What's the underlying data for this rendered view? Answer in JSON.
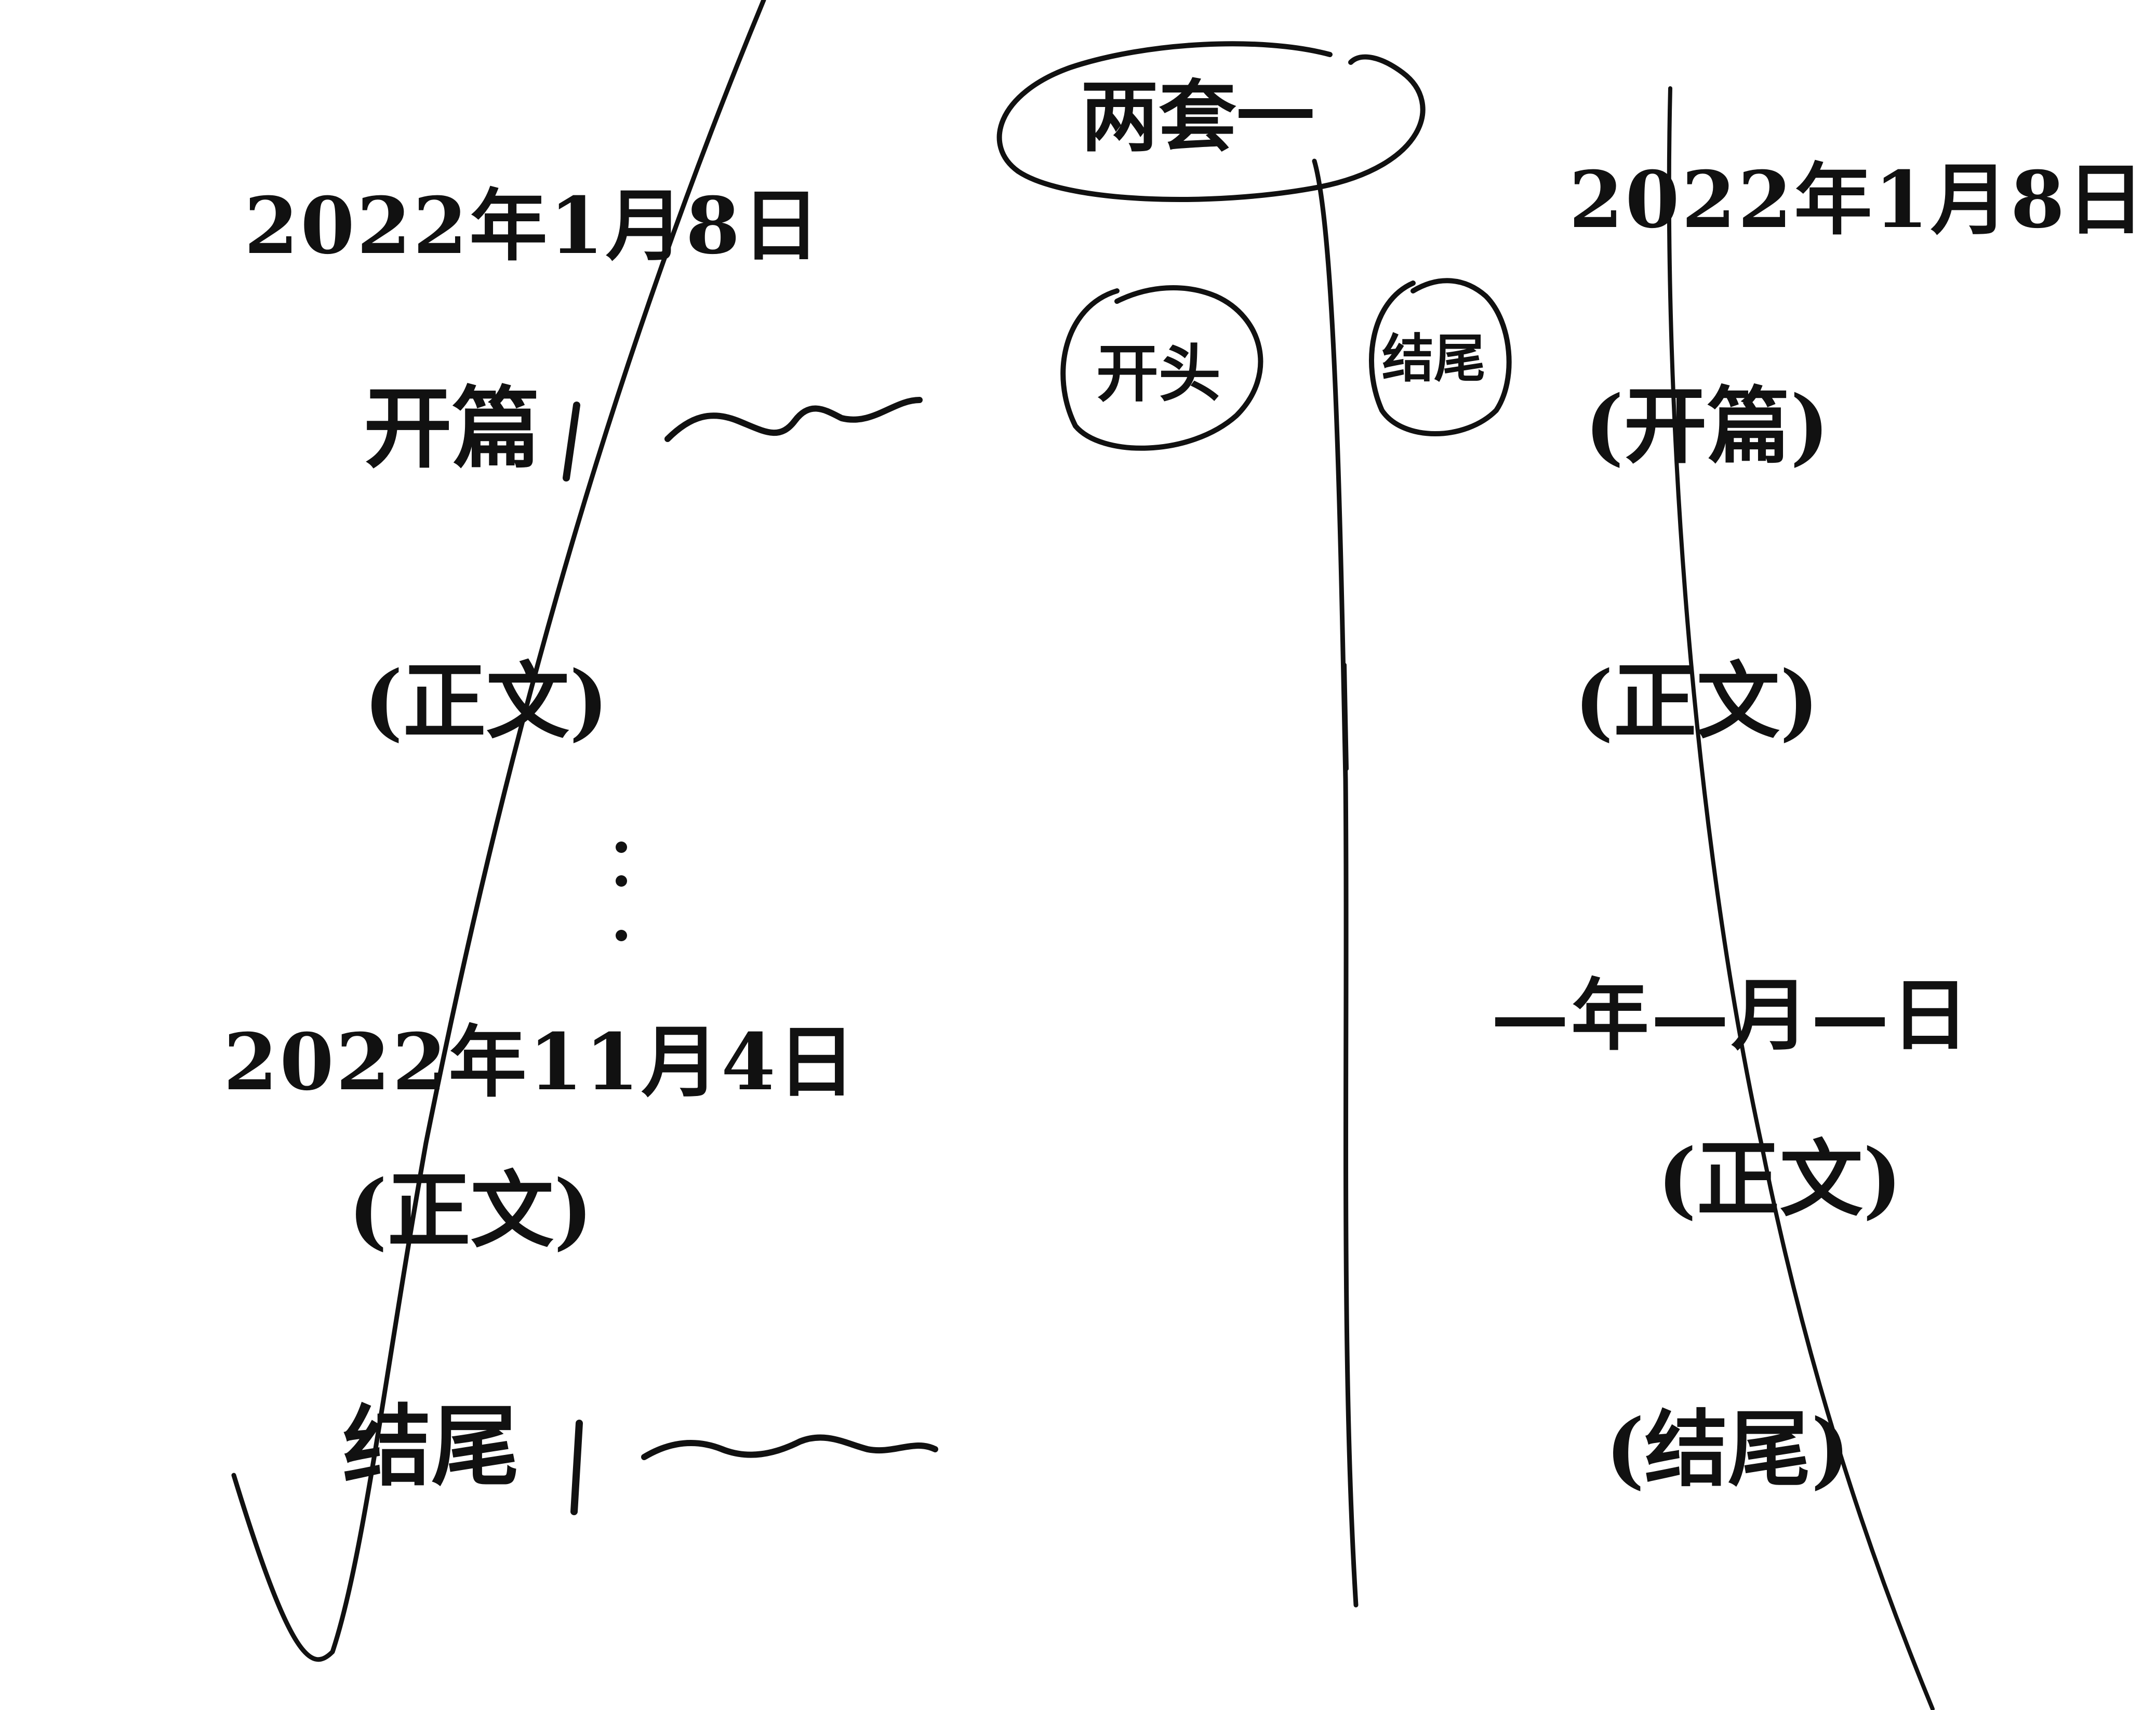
{
  "title": "两套一",
  "top_circles": [
    "开头",
    "结尾"
  ],
  "left_column": {
    "start_date": "2022年1月8日",
    "opening_label": "开篇",
    "body_label": "(正文)",
    "middle_date": "2022年11月4日",
    "body_label_2": "(正文)",
    "ending_label": "结尾"
  },
  "right_column": {
    "start_date": "2022年1月8日",
    "opening_label": "(开篇)",
    "body_label": "(正文)",
    "middle_date": "—年—月—日",
    "body_label_2": "(正文)",
    "ending_label": "(结尾)"
  },
  "ink_color": "#111111"
}
